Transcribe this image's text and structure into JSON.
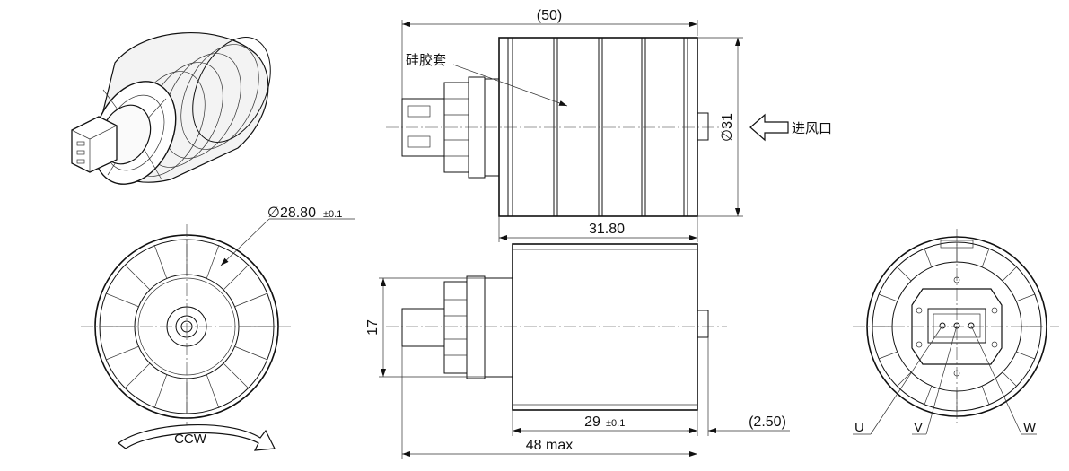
{
  "drawing": {
    "dim_overall_top": "(50)",
    "label_sleeve": "硅胶套",
    "label_inlet": "进风口",
    "dim_diameter_31": "∅31",
    "dim_31_80": "31.80",
    "dim_diameter_front": "∅28.80",
    "dim_diameter_front_tol": "±0.1",
    "dim_17": "17",
    "dim_29": "29",
    "dim_29_tol": "±0.1",
    "dim_2_50": "(2.50)",
    "dim_48max": "48  max",
    "label_rotation": "CCW",
    "pin_u": "U",
    "pin_v": "V",
    "pin_w": "W"
  }
}
